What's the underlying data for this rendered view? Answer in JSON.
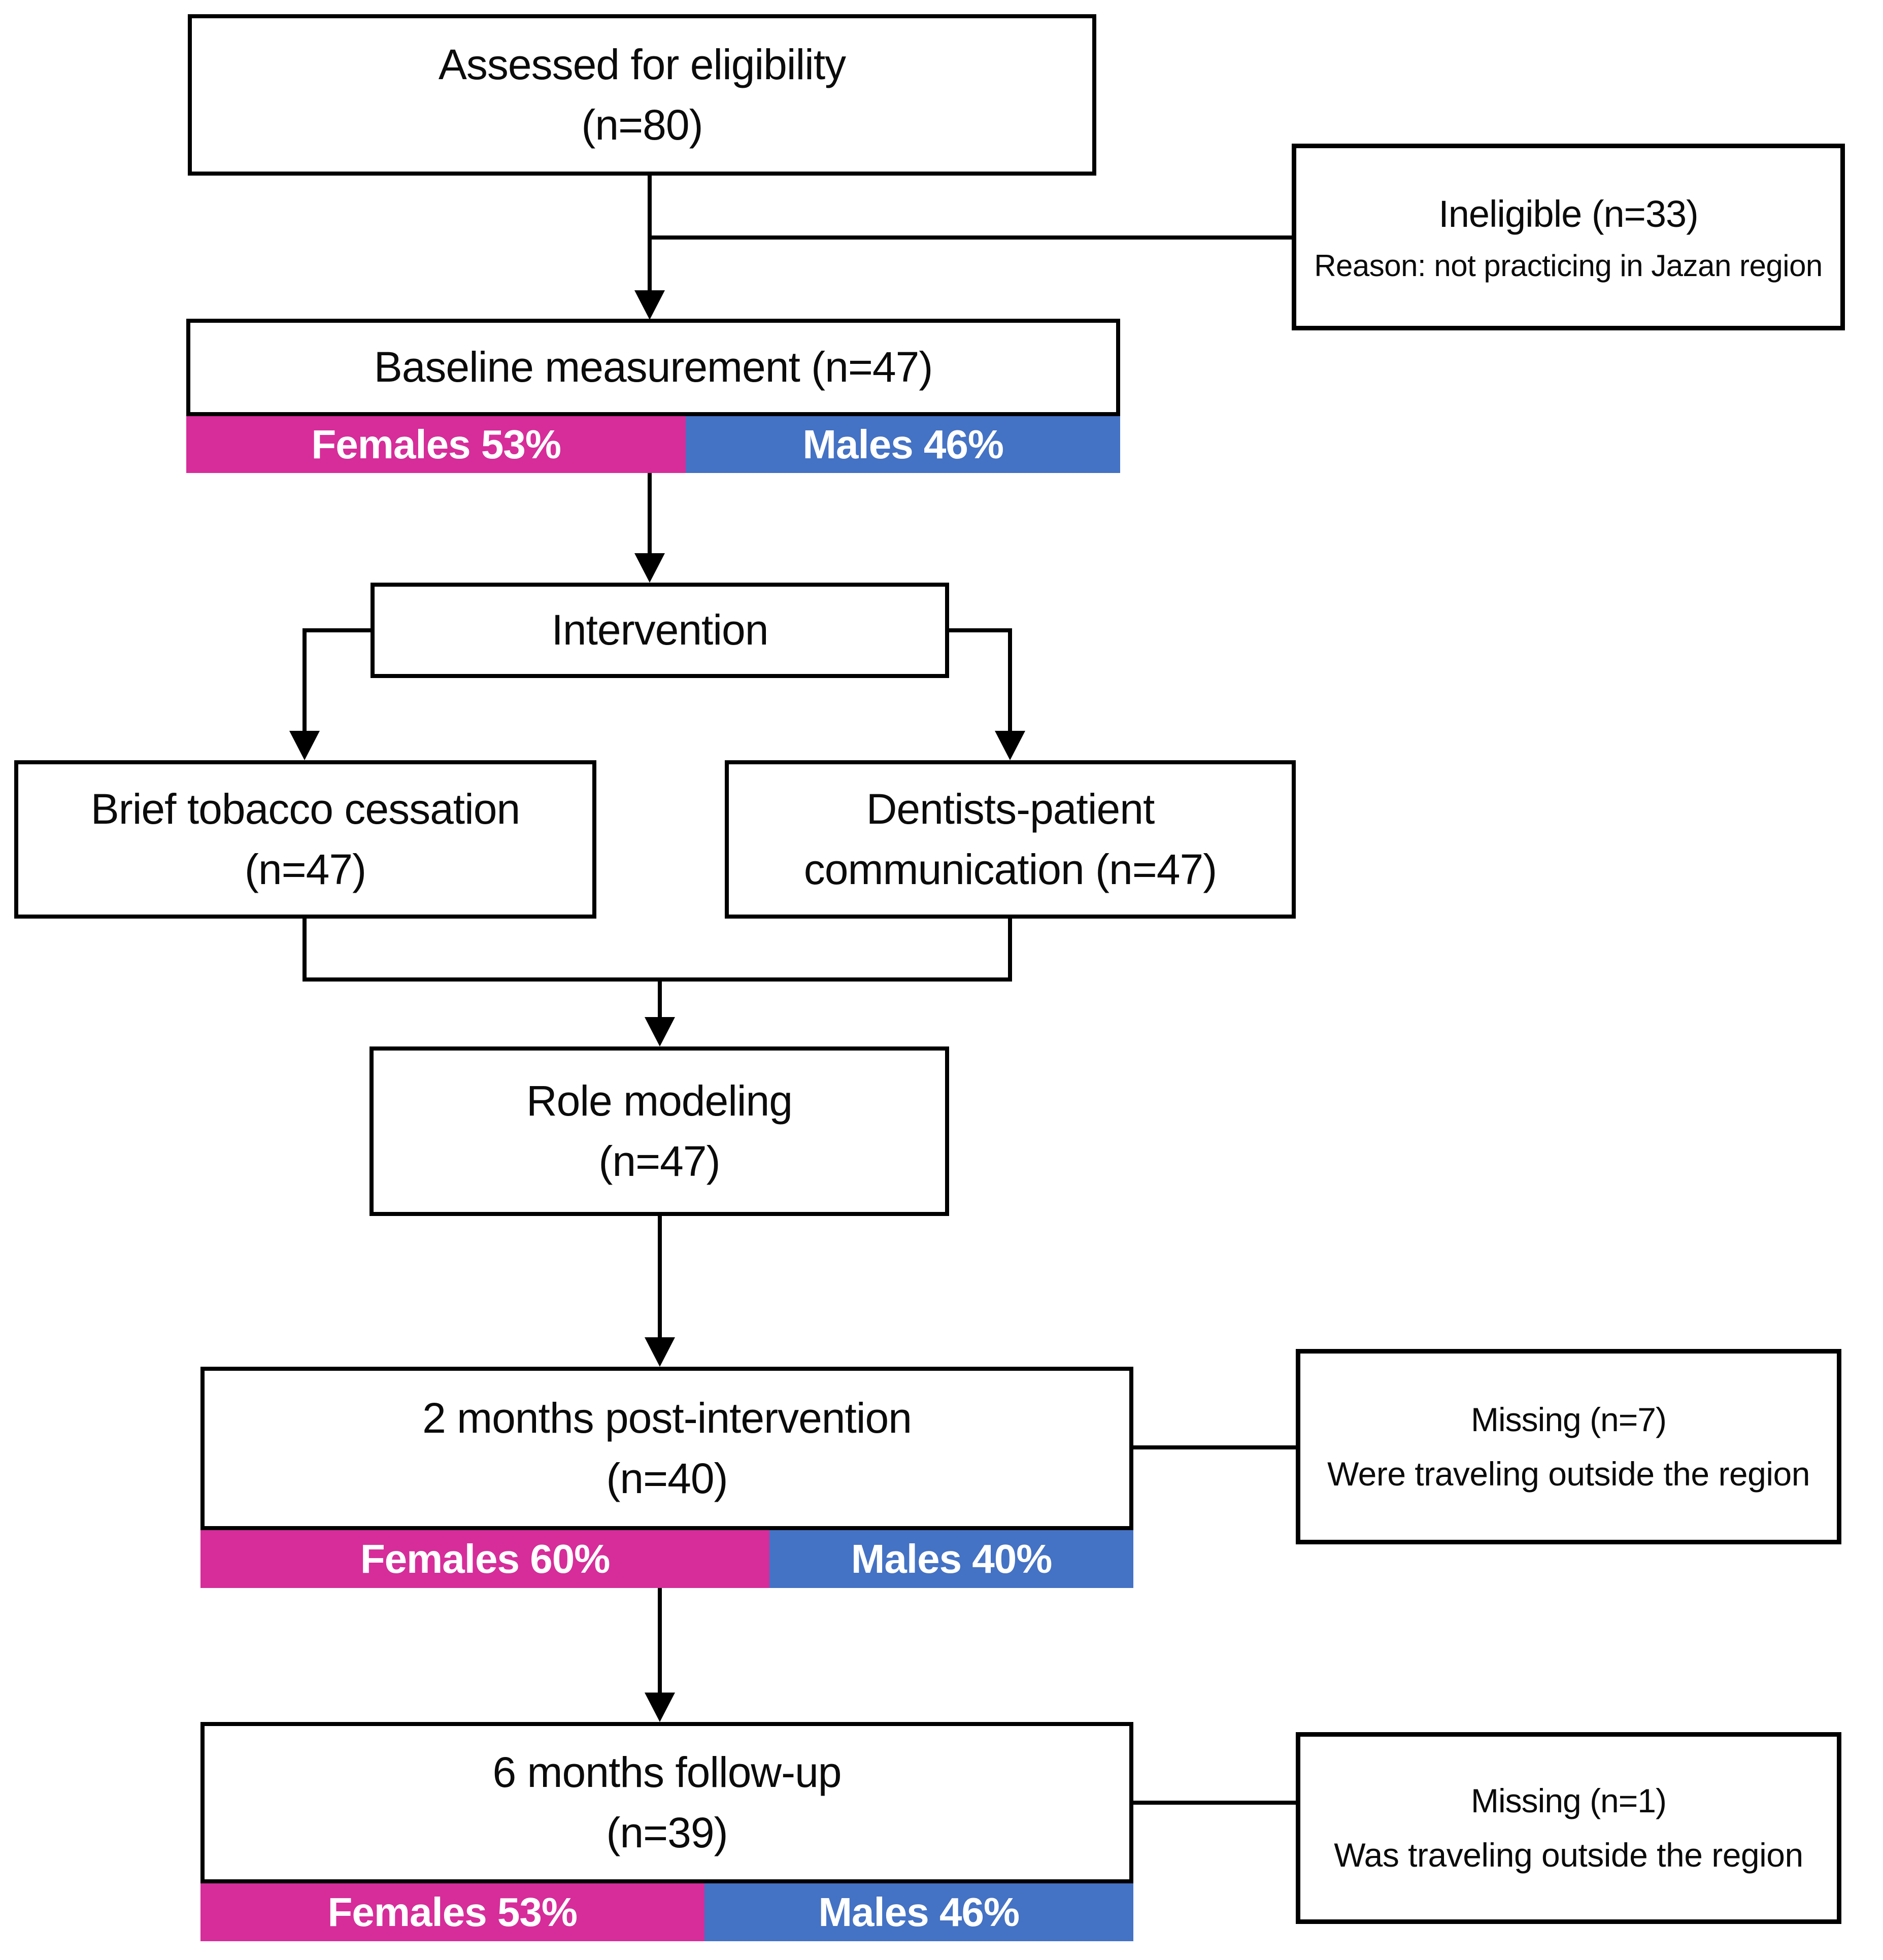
{
  "title": "Study participant flow diagram",
  "colors": {
    "female_bar": "#D62D9A",
    "male_bar": "#4472C4",
    "line": "#000000",
    "background": "#FFFFFF",
    "bar_text": "#FFFFFF"
  },
  "flow": {
    "assessed": {
      "line1": "Assessed for eligibility",
      "line2": "(n=80)"
    },
    "ineligible": {
      "line1": "Ineligible (n=33)",
      "line2": "Reason: not practicing in Jazan region"
    },
    "baseline": {
      "title": "Baseline measurement (n=47)",
      "female_label": "Females 53%",
      "male_label": "Males 46%",
      "female_width_pct": 53.5
    },
    "intervention": {
      "label": "Intervention"
    },
    "brief": {
      "line1": "Brief tobacco cessation",
      "line2": "(n=47)"
    },
    "dentists": {
      "line1": "Dentists-patient",
      "line2": "communication (n=47)"
    },
    "role": {
      "line1": "Role modeling",
      "line2": "(n=47)"
    },
    "two_months": {
      "line1": "2 months post-intervention",
      "line2": "(n=40)",
      "female_label": "Females 60%",
      "male_label": "Males 40%",
      "female_width_pct": 61
    },
    "missing7": {
      "line1": "Missing (n=7)",
      "line2": "Were traveling outside the region"
    },
    "six_months": {
      "line1": "6 months follow-up",
      "line2": "(n=39)",
      "female_label": "Females 53%",
      "male_label": "Males 46%",
      "female_width_pct": 54
    },
    "missing1": {
      "line1": "Missing (n=1)",
      "line2": "Was traveling outside the region"
    }
  }
}
